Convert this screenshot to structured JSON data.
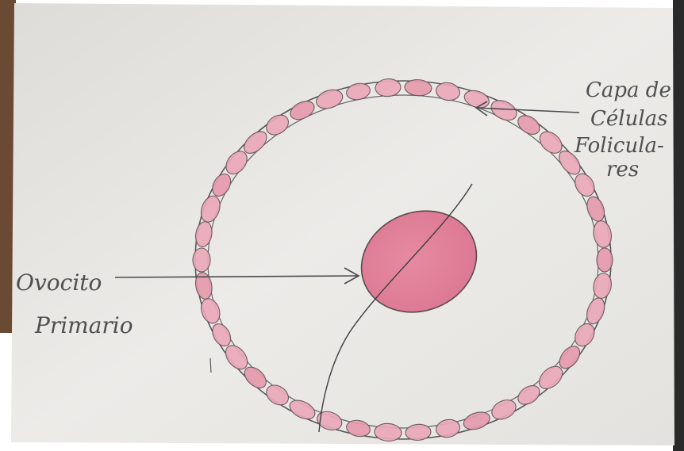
{
  "labels": {
    "follicular_layer": [
      "Capa de",
      "Células",
      "Folicula-",
      "res"
    ],
    "oocyte": [
      "Ovocito",
      "Primario"
    ]
  },
  "colors": {
    "paper": "#ecebe8",
    "cell_fill": "#e8a3b4",
    "oocyte_fill": "#e27f98",
    "pencil": "#4a4a4e",
    "wood": "#6b4a33"
  }
}
